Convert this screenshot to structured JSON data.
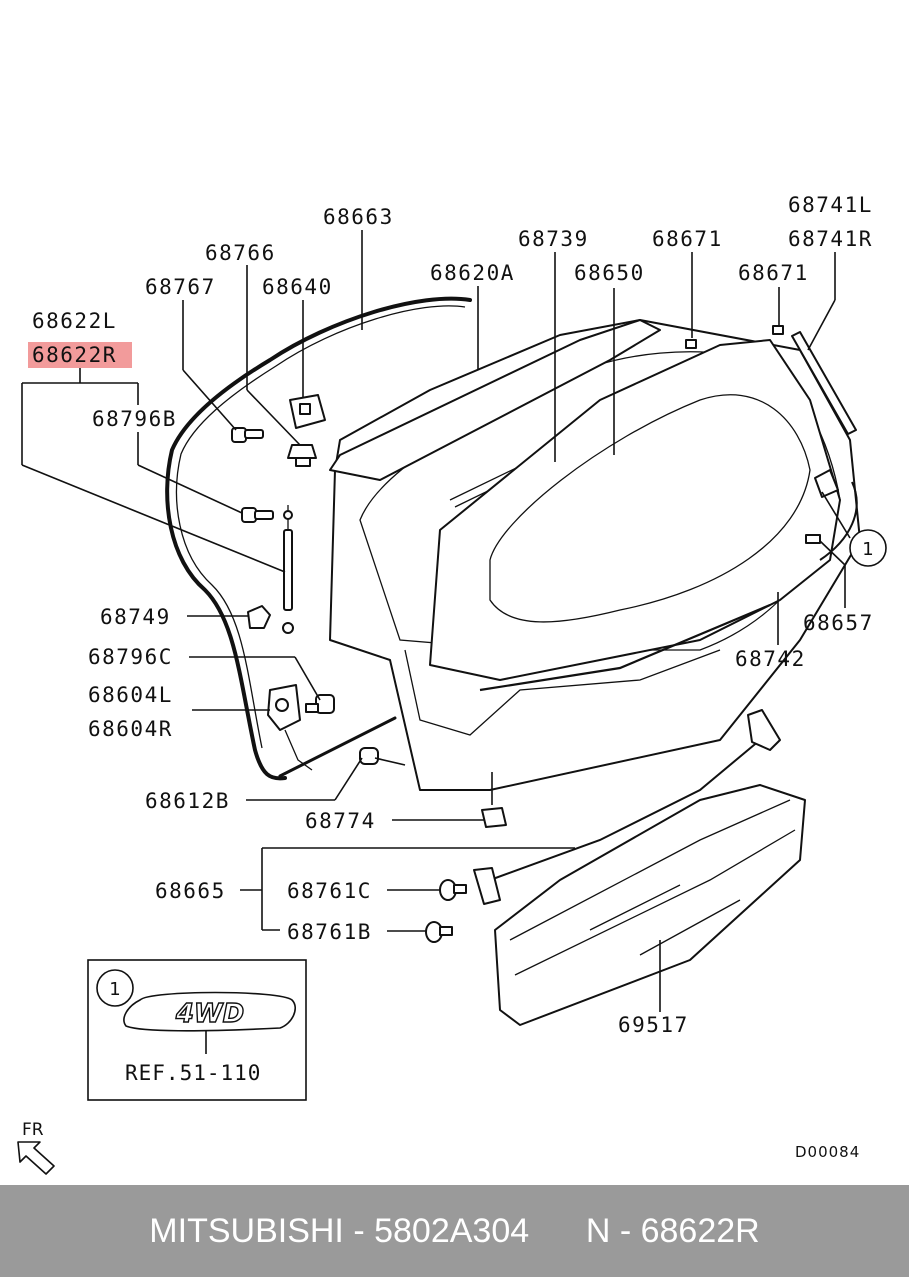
{
  "labels": {
    "p68663": "68663",
    "p68766": "68766",
    "p68767": "68767",
    "p68640": "68640",
    "p68620A": "68620A",
    "p68739": "68739",
    "p68650": "68650",
    "p68671a": "68671",
    "p68671b": "68671",
    "p68741L": "68741L",
    "p68741R": "68741R",
    "p68622L": "68622L",
    "p68622R": "68622R",
    "p68796B": "68796B",
    "p68749": "68749",
    "p68796C": "68796C",
    "p68604L": "68604L",
    "p68604R": "68604R",
    "p68612B": "68612B",
    "p68774": "68774",
    "p68665": "68665",
    "p68761C": "68761C",
    "p68761B": "68761B",
    "p68657": "68657",
    "p68742": "68742",
    "p69517": "69517"
  },
  "callout_number": "1",
  "inset": {
    "callout": "1",
    "emblem": "4WD",
    "ref": "REF.51-110"
  },
  "direction": "FR",
  "diagram_code": "D00084",
  "highlight_color": "#f29b9b",
  "footer": {
    "brand": "MITSUBISHI",
    "part_number": "5802A304",
    "ref_number": "N - 68622R"
  }
}
